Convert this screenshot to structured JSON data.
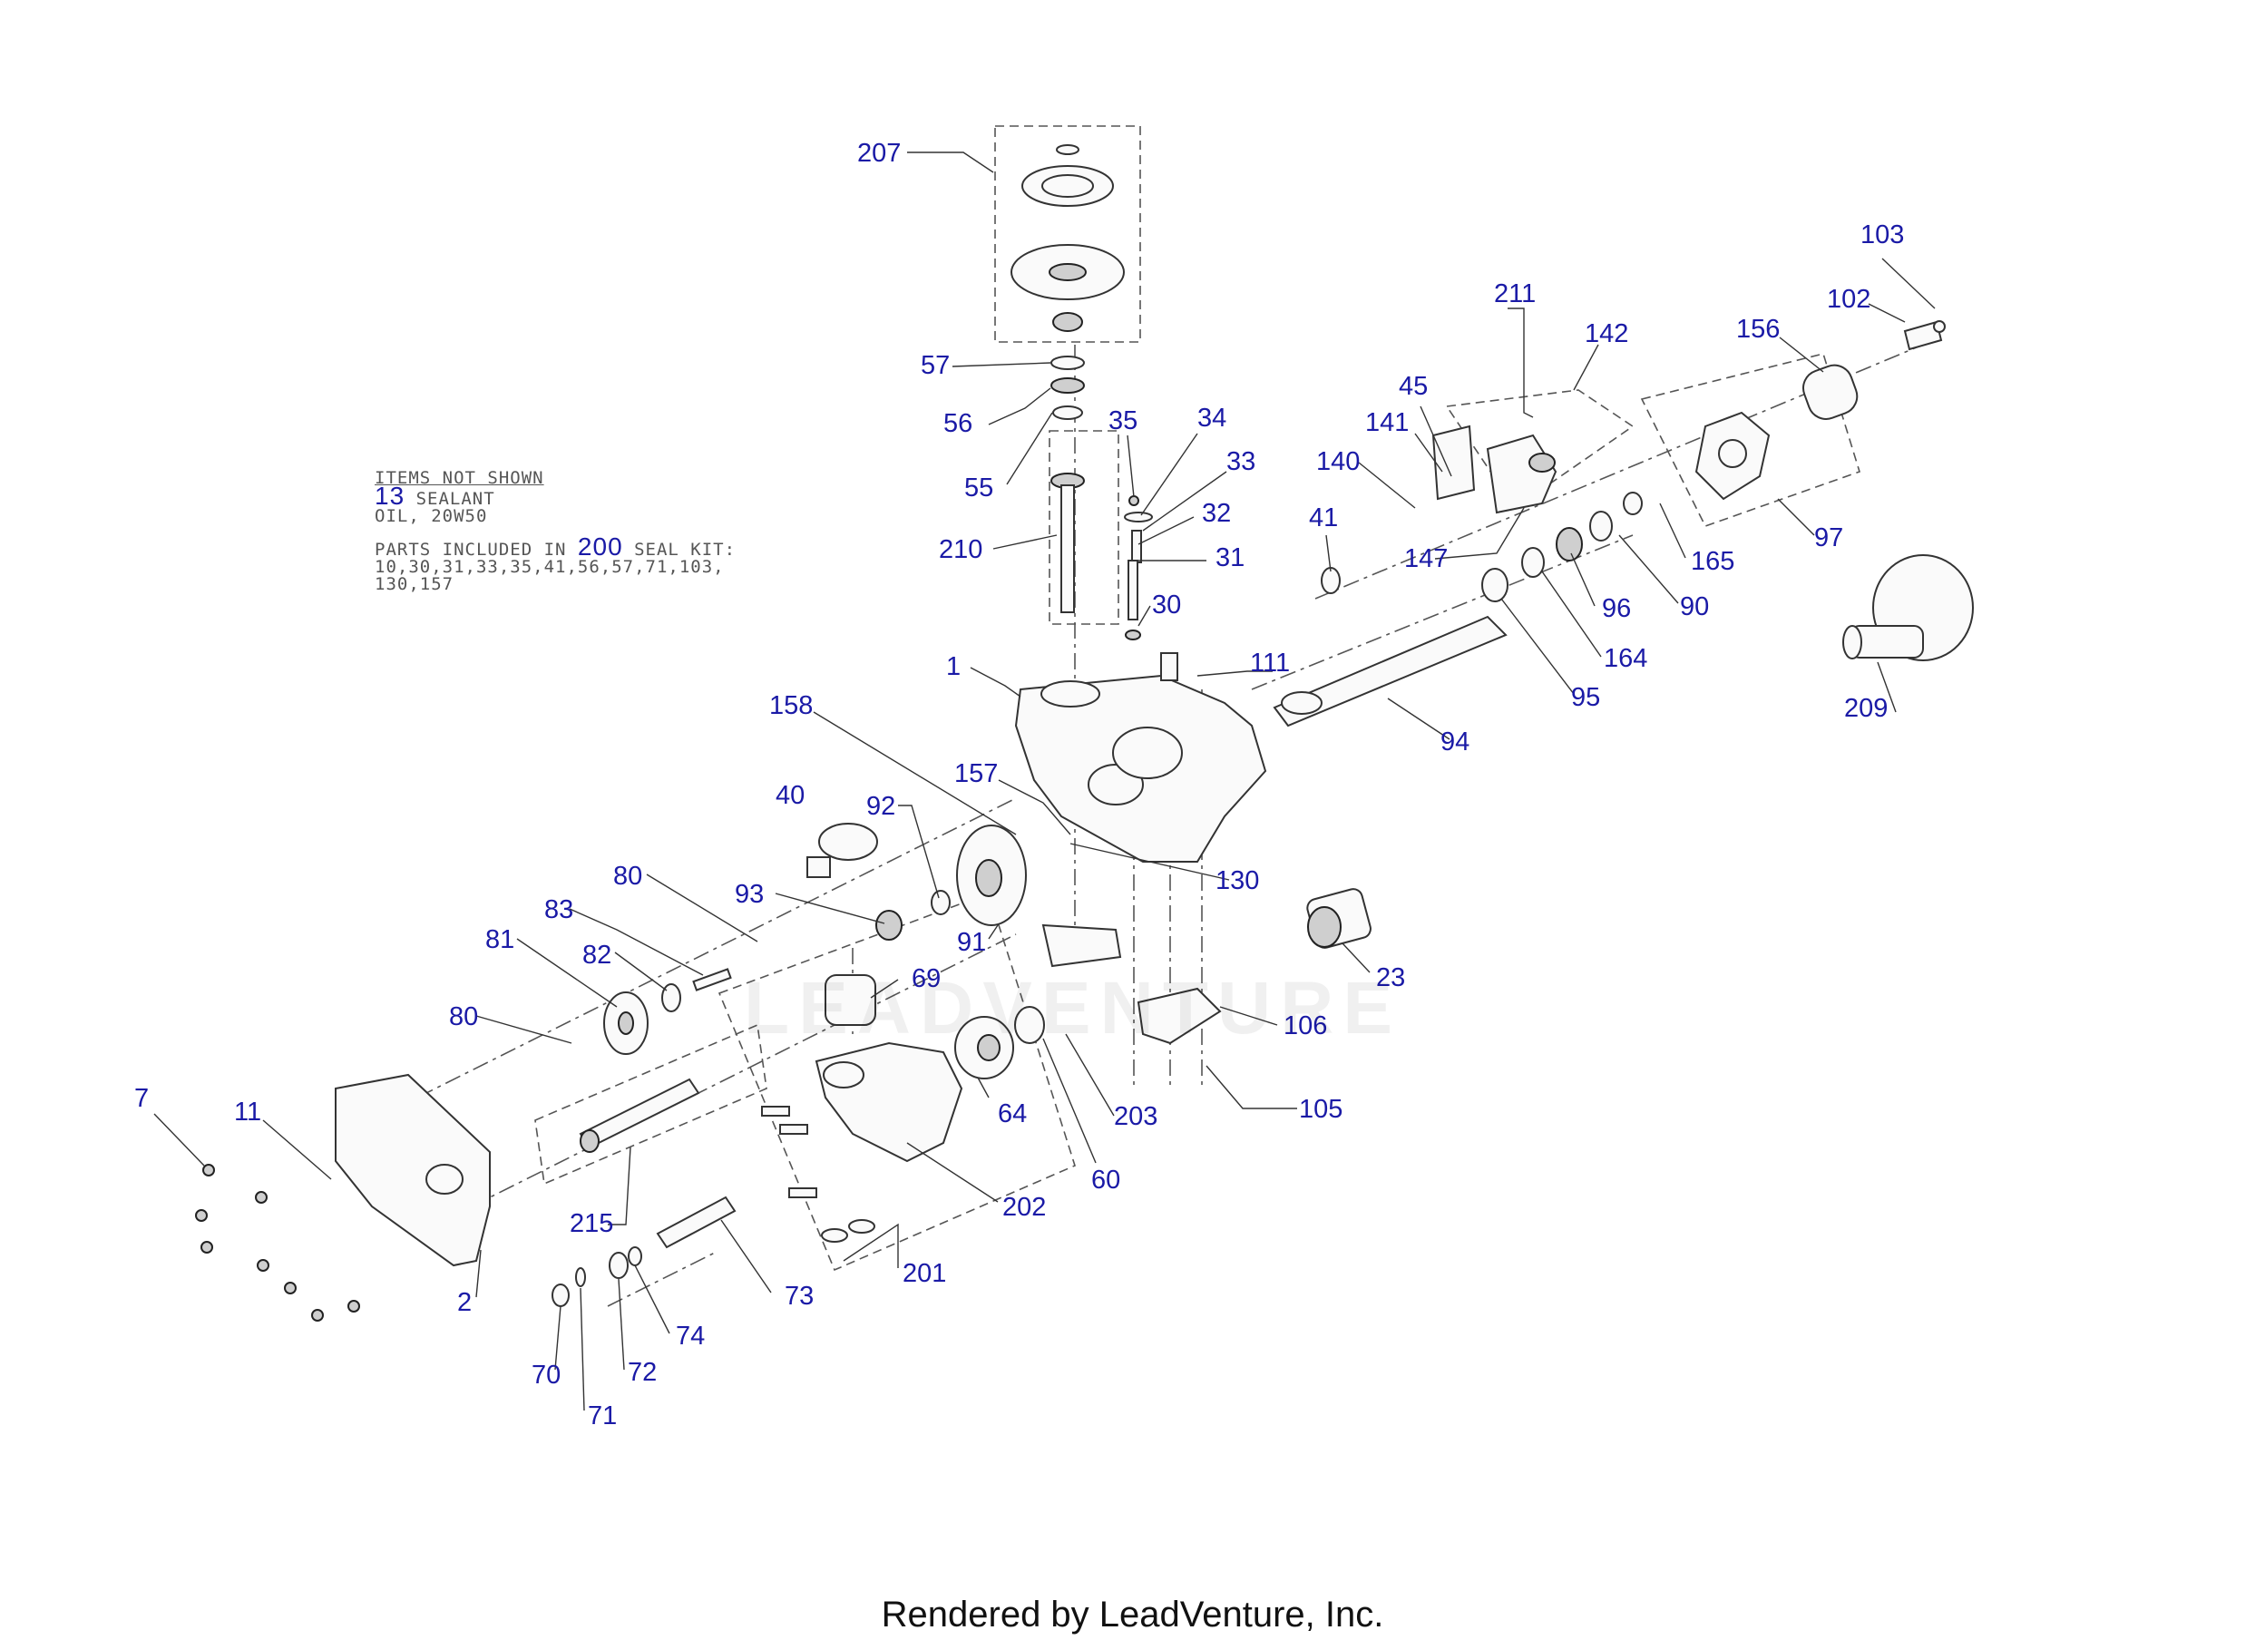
{
  "notes": {
    "items_not_shown_title": "ITEMS NOT SHOWN",
    "sealant_num": "13",
    "sealant_label": "SEALANT",
    "oil": "OIL, 20W50",
    "parts_prefix": "PARTS INCLUDED IN",
    "seal_kit_num": "200",
    "seal_kit_label": "SEAL KIT:",
    "seal_kit_line1": "10,30,31,33,35,41,56,57,71,103,",
    "seal_kit_line2": "130,157"
  },
  "watermark": "LEADVENTURE",
  "footer": "Rendered by LeadVenture, Inc.",
  "callouts": [
    "207",
    "57",
    "56",
    "55",
    "210",
    "35",
    "34",
    "33",
    "32",
    "31",
    "30",
    "211",
    "142",
    "45",
    "141",
    "140",
    "41",
    "147",
    "103",
    "102",
    "156",
    "165",
    "97",
    "90",
    "96",
    "164",
    "95",
    "111",
    "1",
    "94",
    "209",
    "158",
    "157",
    "130",
    "40",
    "92",
    "93",
    "91",
    "80",
    "83",
    "82",
    "81",
    "80",
    "69",
    "64",
    "60",
    "203",
    "106",
    "105",
    "23",
    "202",
    "215",
    "7",
    "11",
    "2",
    "73",
    "74",
    "72",
    "70",
    "71",
    "201"
  ]
}
